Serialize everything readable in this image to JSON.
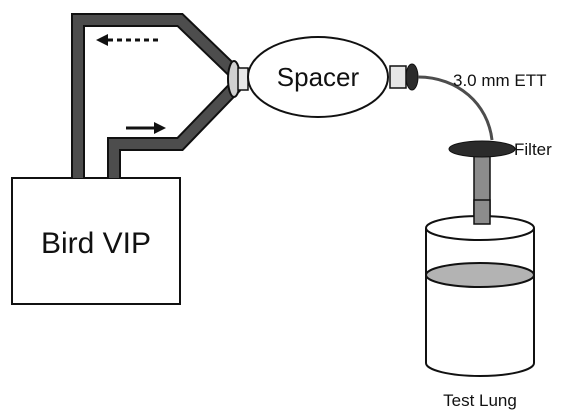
{
  "labels": {
    "ventilator": "Bird VIP",
    "spacer": "Spacer",
    "ett": "3.0 mm ETT",
    "filter": "Filter",
    "test_lung": "Test Lung"
  },
  "colors": {
    "tubing": "#4d4d4d",
    "outline": "#111111",
    "filter_disc": "#2b2b2b",
    "filter_stem": "#8c8c8c",
    "lung_fluid": "#b3b3b3",
    "connector": "#d0d0d0",
    "background": "#ffffff"
  },
  "flow_arrows": {
    "return_flow": "dashed-left-arrow",
    "inspiratory_flow": "solid-right-arrow"
  }
}
